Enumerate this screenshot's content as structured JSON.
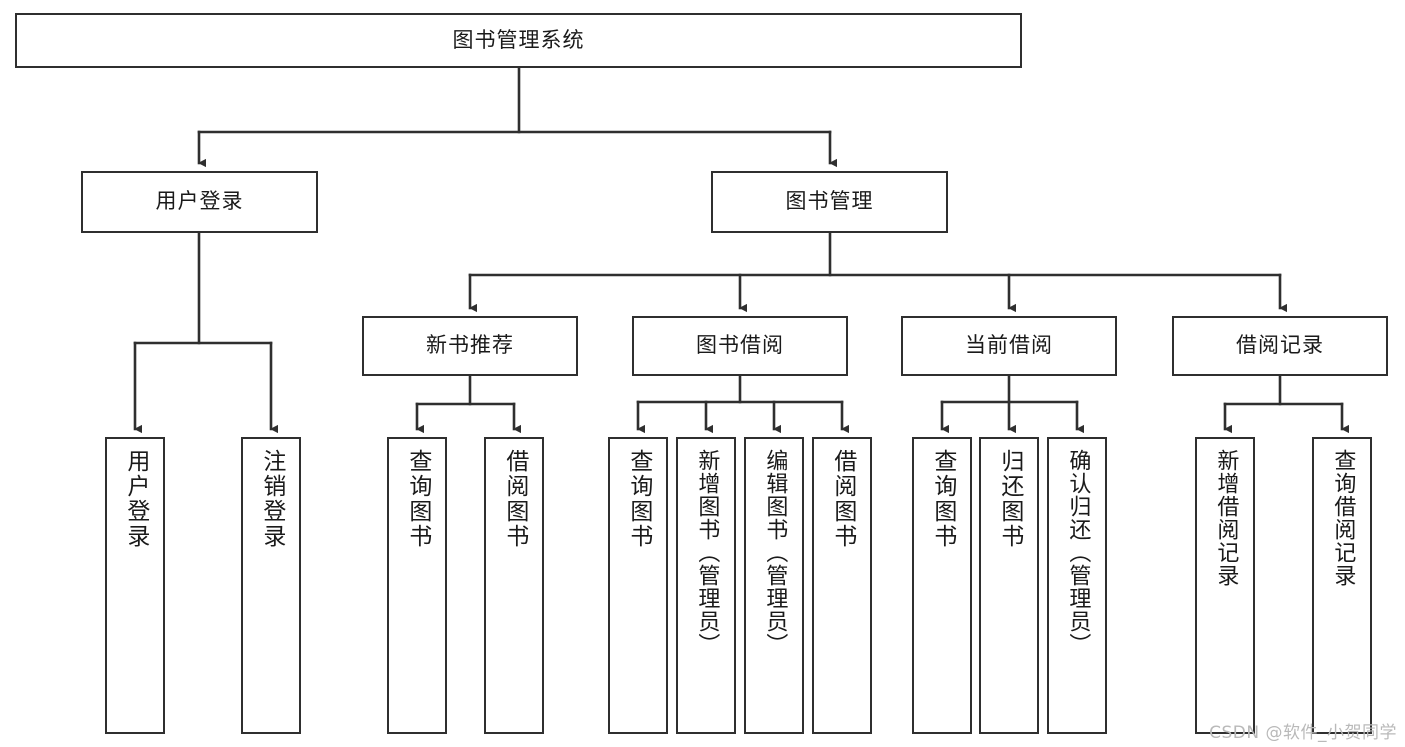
{
  "diagram": {
    "type": "tree-hierarchy",
    "title": "图书管理系统",
    "watermark": "CSDN @软件_小贺同学",
    "colors": {
      "stroke": "#2f2f2f",
      "fill": "#ffffff",
      "text": "#1a1a1a",
      "watermark": "#b9b9b9"
    },
    "nodes": {
      "root": {
        "label": "图书管理系统",
        "level": 1,
        "orientation": "horizontal"
      },
      "user_login": {
        "label": "用户登录",
        "level": 2,
        "orientation": "horizontal"
      },
      "book_manage": {
        "label": "图书管理",
        "level": 2,
        "orientation": "horizontal"
      },
      "new_book_rec": {
        "label": "新书推荐",
        "level": 3,
        "orientation": "horizontal"
      },
      "book_borrow": {
        "label": "图书借阅",
        "level": 3,
        "orientation": "horizontal"
      },
      "current_borrow": {
        "label": "当前借阅",
        "level": 3,
        "orientation": "horizontal"
      },
      "borrow_record": {
        "label": "借阅记录",
        "level": 3,
        "orientation": "horizontal"
      },
      "leaf_user_login": {
        "label": "用户登录",
        "level": 4,
        "orientation": "vertical"
      },
      "leaf_logout": {
        "label": "注销登录",
        "level": 4,
        "orientation": "vertical"
      },
      "leaf_query_book_1": {
        "label": "查询图书",
        "level": 4,
        "orientation": "vertical"
      },
      "leaf_borrow_book_1": {
        "label": "借阅图书",
        "level": 4,
        "orientation": "vertical"
      },
      "leaf_query_book_2": {
        "label": "查询图书",
        "level": 4,
        "orientation": "vertical"
      },
      "leaf_add_book": {
        "label": "新增图书（管理员）",
        "level": 4,
        "orientation": "vertical"
      },
      "leaf_edit_book": {
        "label": "编辑图书（管理员）",
        "level": 4,
        "orientation": "vertical"
      },
      "leaf_borrow_book_2": {
        "label": "借阅图书",
        "level": 4,
        "orientation": "vertical"
      },
      "leaf_query_book_3": {
        "label": "查询图书",
        "level": 4,
        "orientation": "vertical"
      },
      "leaf_return_book": {
        "label": "归还图书",
        "level": 4,
        "orientation": "vertical"
      },
      "leaf_confirm_return": {
        "label": "确认归还（管理员）",
        "level": 4,
        "orientation": "vertical"
      },
      "leaf_add_record": {
        "label": "新增借阅记录",
        "level": 4,
        "orientation": "vertical"
      },
      "leaf_query_record": {
        "label": "查询借阅记录",
        "level": 4,
        "orientation": "vertical"
      }
    },
    "edges": [
      {
        "from": "root",
        "to": "user_login"
      },
      {
        "from": "root",
        "to": "book_manage"
      },
      {
        "from": "user_login",
        "to": "leaf_user_login"
      },
      {
        "from": "user_login",
        "to": "leaf_logout"
      },
      {
        "from": "book_manage",
        "to": "new_book_rec"
      },
      {
        "from": "book_manage",
        "to": "book_borrow"
      },
      {
        "from": "book_manage",
        "to": "current_borrow"
      },
      {
        "from": "book_manage",
        "to": "borrow_record"
      },
      {
        "from": "new_book_rec",
        "to": "leaf_query_book_1"
      },
      {
        "from": "new_book_rec",
        "to": "leaf_borrow_book_1"
      },
      {
        "from": "book_borrow",
        "to": "leaf_query_book_2"
      },
      {
        "from": "book_borrow",
        "to": "leaf_add_book"
      },
      {
        "from": "book_borrow",
        "to": "leaf_edit_book"
      },
      {
        "from": "book_borrow",
        "to": "leaf_borrow_book_2"
      },
      {
        "from": "current_borrow",
        "to": "leaf_query_book_3"
      },
      {
        "from": "current_borrow",
        "to": "leaf_return_book"
      },
      {
        "from": "current_borrow",
        "to": "leaf_confirm_return"
      },
      {
        "from": "borrow_record",
        "to": "leaf_add_record"
      },
      {
        "from": "borrow_record",
        "to": "leaf_query_record"
      }
    ]
  }
}
